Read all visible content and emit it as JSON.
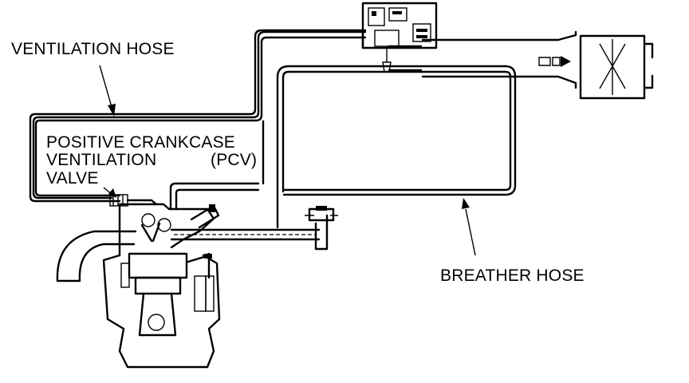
{
  "labels": {
    "ventilation_hose": "VENTILATION HOSE",
    "pcv_line1": "POSITIVE CRANKCASE",
    "pcv_line2": "VENTILATION",
    "pcv_abbr": "(PCV)",
    "pcv_line3": "VALVE",
    "breather_hose": "BREATHER HOSE"
  },
  "colors": {
    "line": "#000000",
    "background": "#ffffff"
  }
}
